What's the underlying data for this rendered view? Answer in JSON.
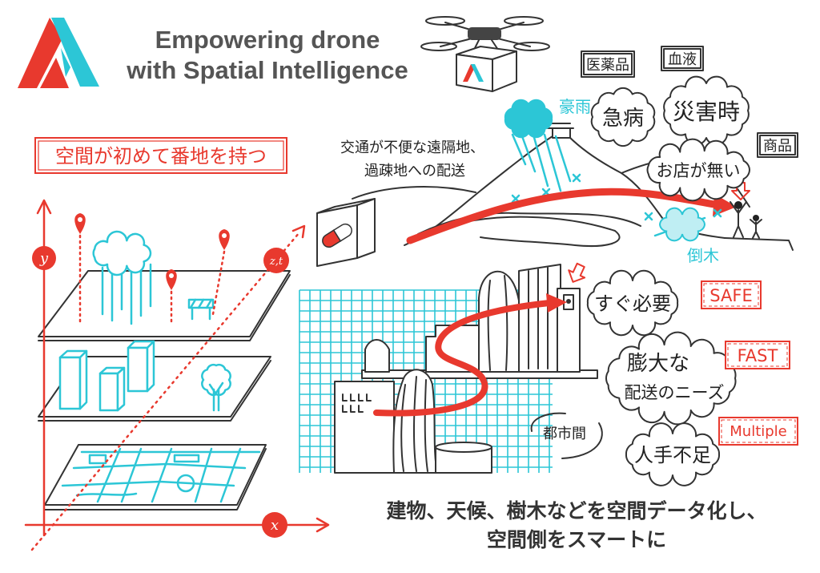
{
  "title": {
    "line1": "Empowering drone",
    "line2": "with Spatial Intelligence"
  },
  "headline": "空間が初めて番地を持つ",
  "axes": {
    "y": "y",
    "x": "x",
    "zt": "z,t"
  },
  "remote": {
    "line1": "交通が不便な遠隔地、",
    "line2": "過疎地への配送",
    "heavy_rain": "豪雨",
    "fallen_tree": "倒木"
  },
  "needs": {
    "medicine": "医薬品",
    "blood": "血液",
    "goods": "商品",
    "sudden_illness": "急病",
    "disaster": "災害時",
    "no_store": "お店が無い"
  },
  "city": {
    "urgent": "すぐ必要",
    "huge_line1": "膨大な",
    "huge_line2": "配送のニーズ",
    "intercity": "都市間",
    "labor_shortage": "人手不足"
  },
  "tags": {
    "safe": "SAFE",
    "fast": "FAST",
    "multiple": "Multiple"
  },
  "footer": {
    "line1": "建物、天候、樹木などを空間データ化し、",
    "line2": "空間側をスマートに"
  },
  "icons": [
    "logo-icon",
    "drone-icon",
    "cloud-rain-icon",
    "map-pin-icon",
    "barrier-icon",
    "building-icon",
    "tree-icon",
    "map-icon",
    "medicine-box-icon",
    "people-icon",
    "fallen-tree-icon"
  ],
  "colors": {
    "red": "#e8392e",
    "cyan": "#2cc6d6",
    "ink": "#333333",
    "title": "#555555"
  }
}
